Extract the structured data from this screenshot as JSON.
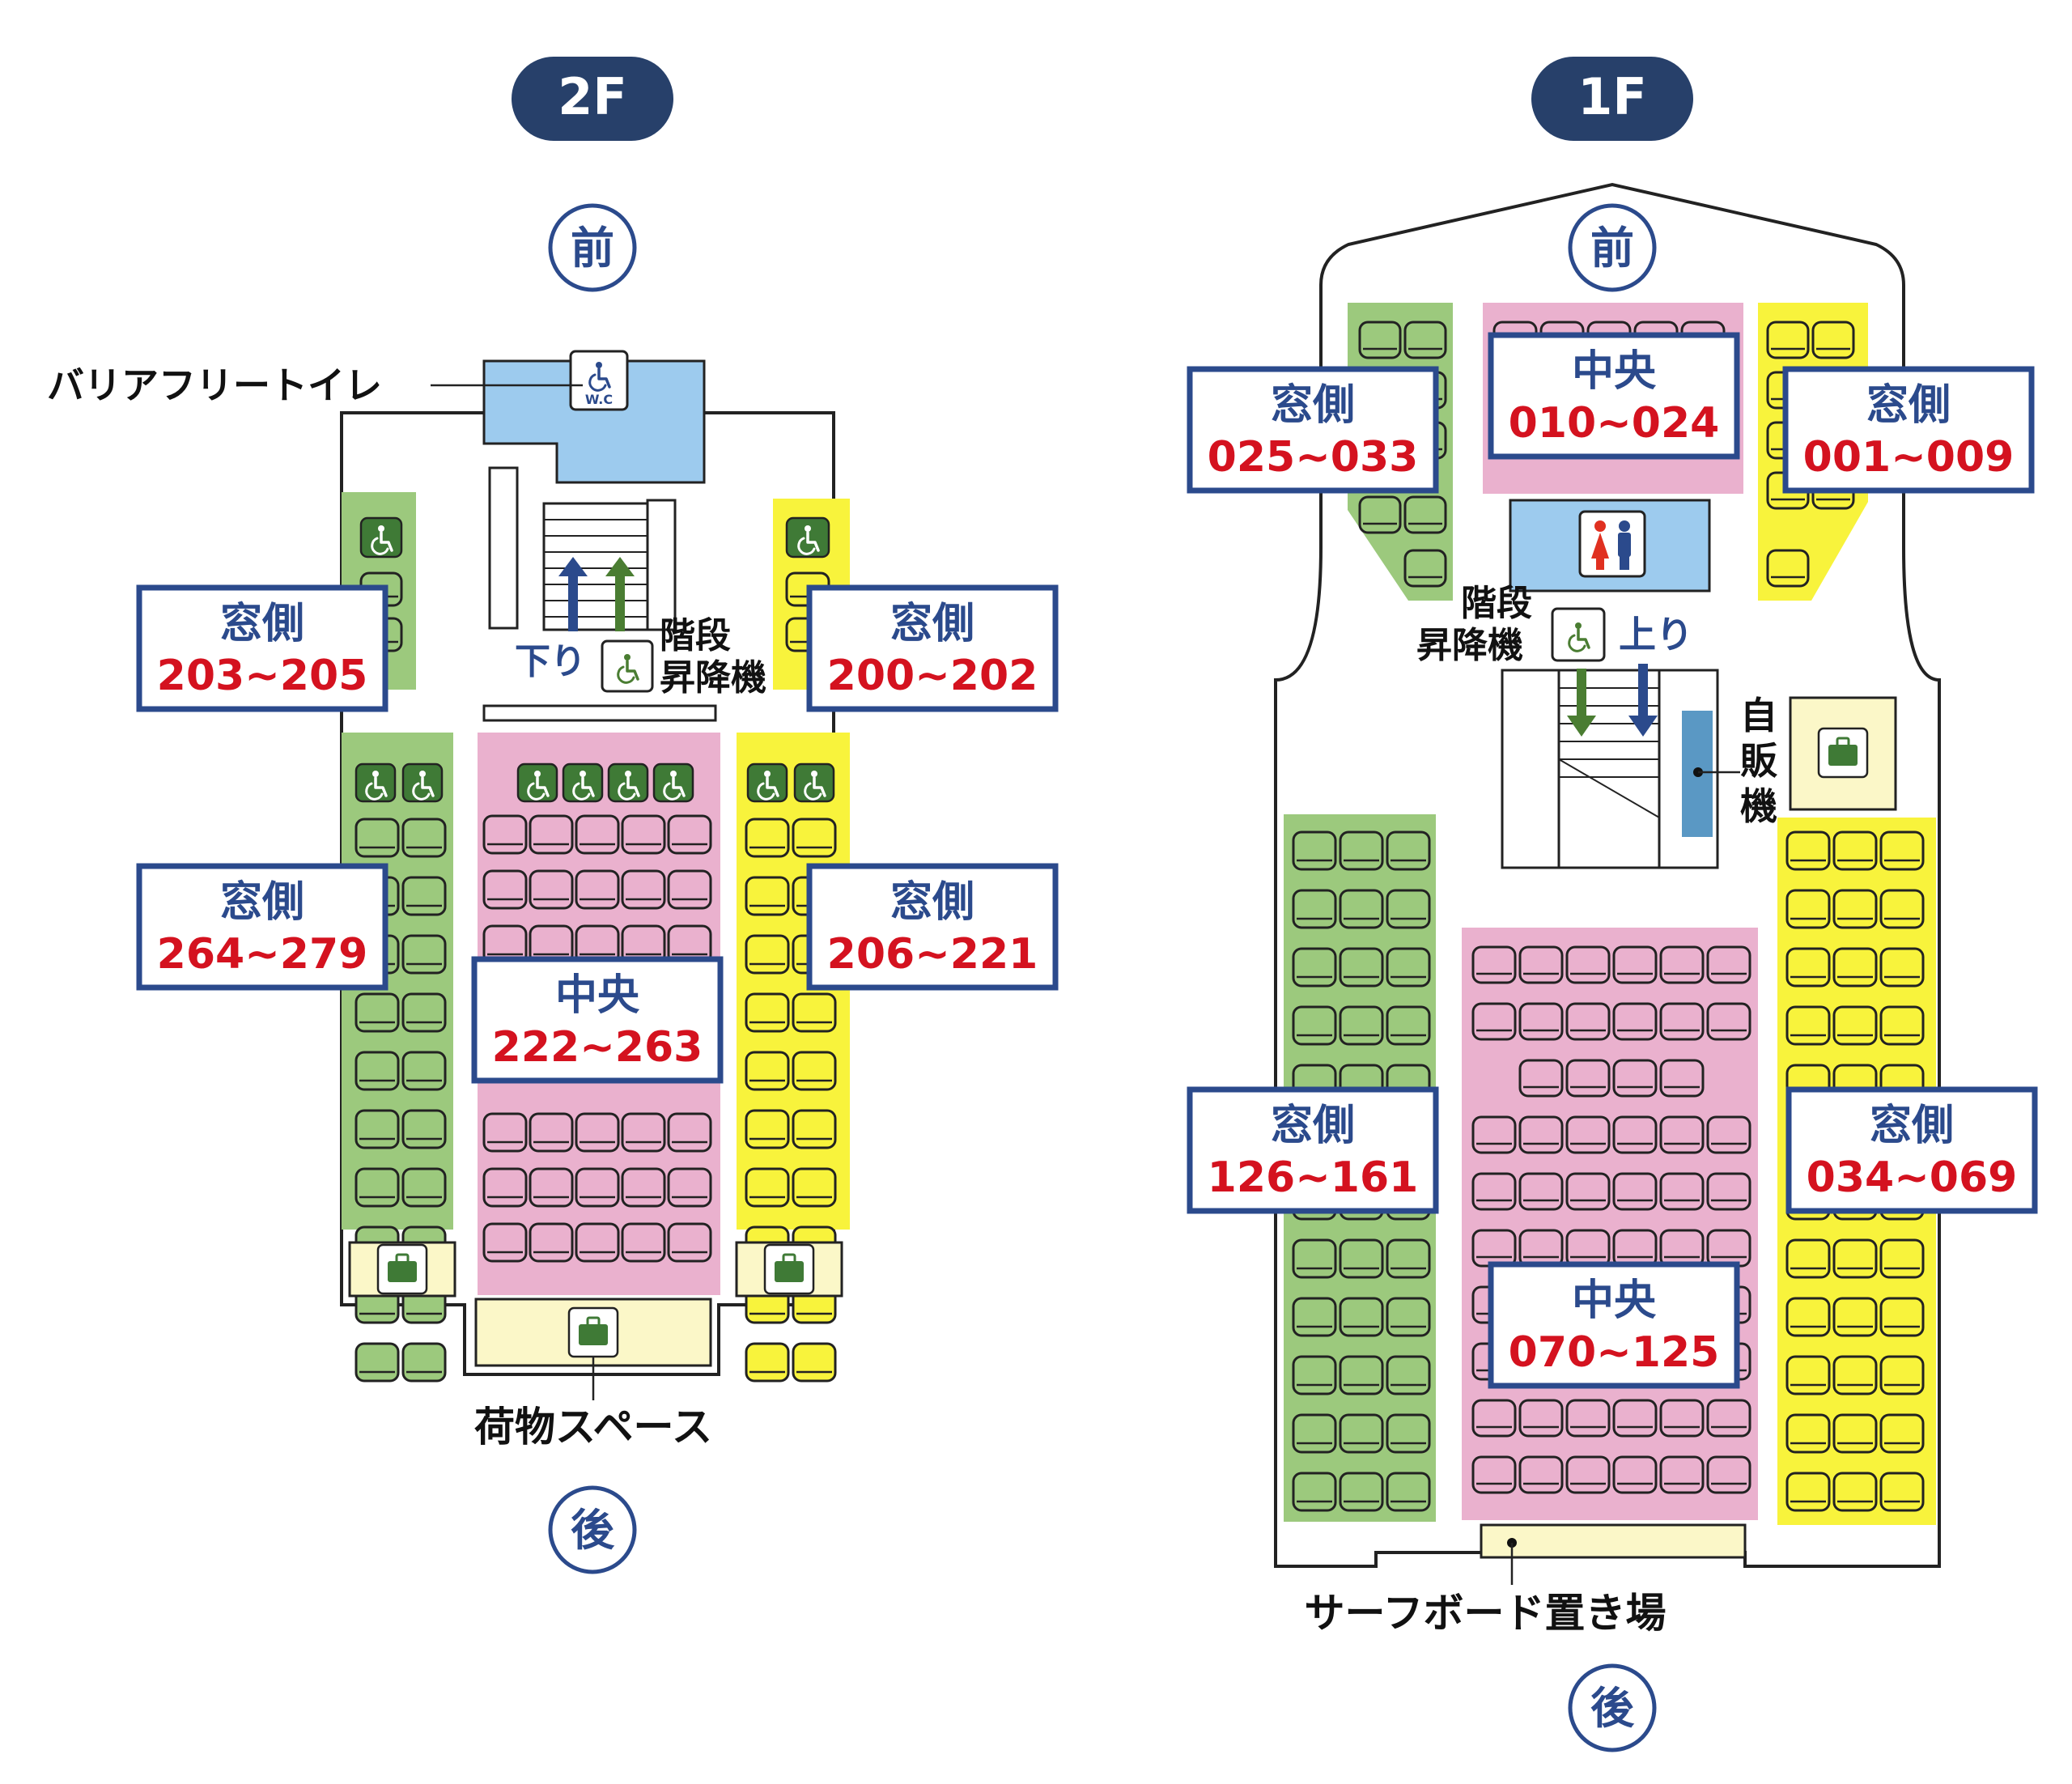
{
  "colors": {
    "green": "#9cc97d",
    "dark_green": "#3f7a36",
    "pink": "#eab1ce",
    "yellow": "#f8f33c",
    "light_blue": "#9dcbee",
    "cream": "#fbf7c8",
    "navy": "#2b4a8c",
    "floor_badge": "#27406a",
    "red": "#d4121f",
    "vending": "#5a98c4"
  },
  "floors": [
    {
      "id": "2f",
      "label": "2F",
      "front": "前",
      "back": "後",
      "zones": [
        {
          "title": "窓側",
          "range": "203~205"
        },
        {
          "title": "窓側",
          "range": "200~202"
        },
        {
          "title": "窓側",
          "range": "264~279"
        },
        {
          "title": "窓側",
          "range": "206~221"
        },
        {
          "title": "中央",
          "range": "222~263"
        }
      ],
      "labels": {
        "toilet": "バリアフリートイレ",
        "wc": "W.C",
        "down": "下り",
        "stairs": "階段",
        "lift": "昇降機",
        "luggage": "荷物スペース"
      }
    },
    {
      "id": "1f",
      "label": "1F",
      "front": "前",
      "back": "後",
      "zones": [
        {
          "title": "窓側",
          "range": "025~033"
        },
        {
          "title": "中央",
          "range": "010~024"
        },
        {
          "title": "窓側",
          "range": "001~009"
        },
        {
          "title": "窓側",
          "range": "126~161"
        },
        {
          "title": "窓側",
          "range": "034~069"
        },
        {
          "title": "中央",
          "range": "070~125"
        }
      ],
      "labels": {
        "stairs": "階段",
        "lift": "昇降機",
        "up": "上り",
        "vending_1": "自",
        "vending_2": "販",
        "vending_3": "機",
        "surfboard": "サーフボード置き場"
      }
    }
  ]
}
